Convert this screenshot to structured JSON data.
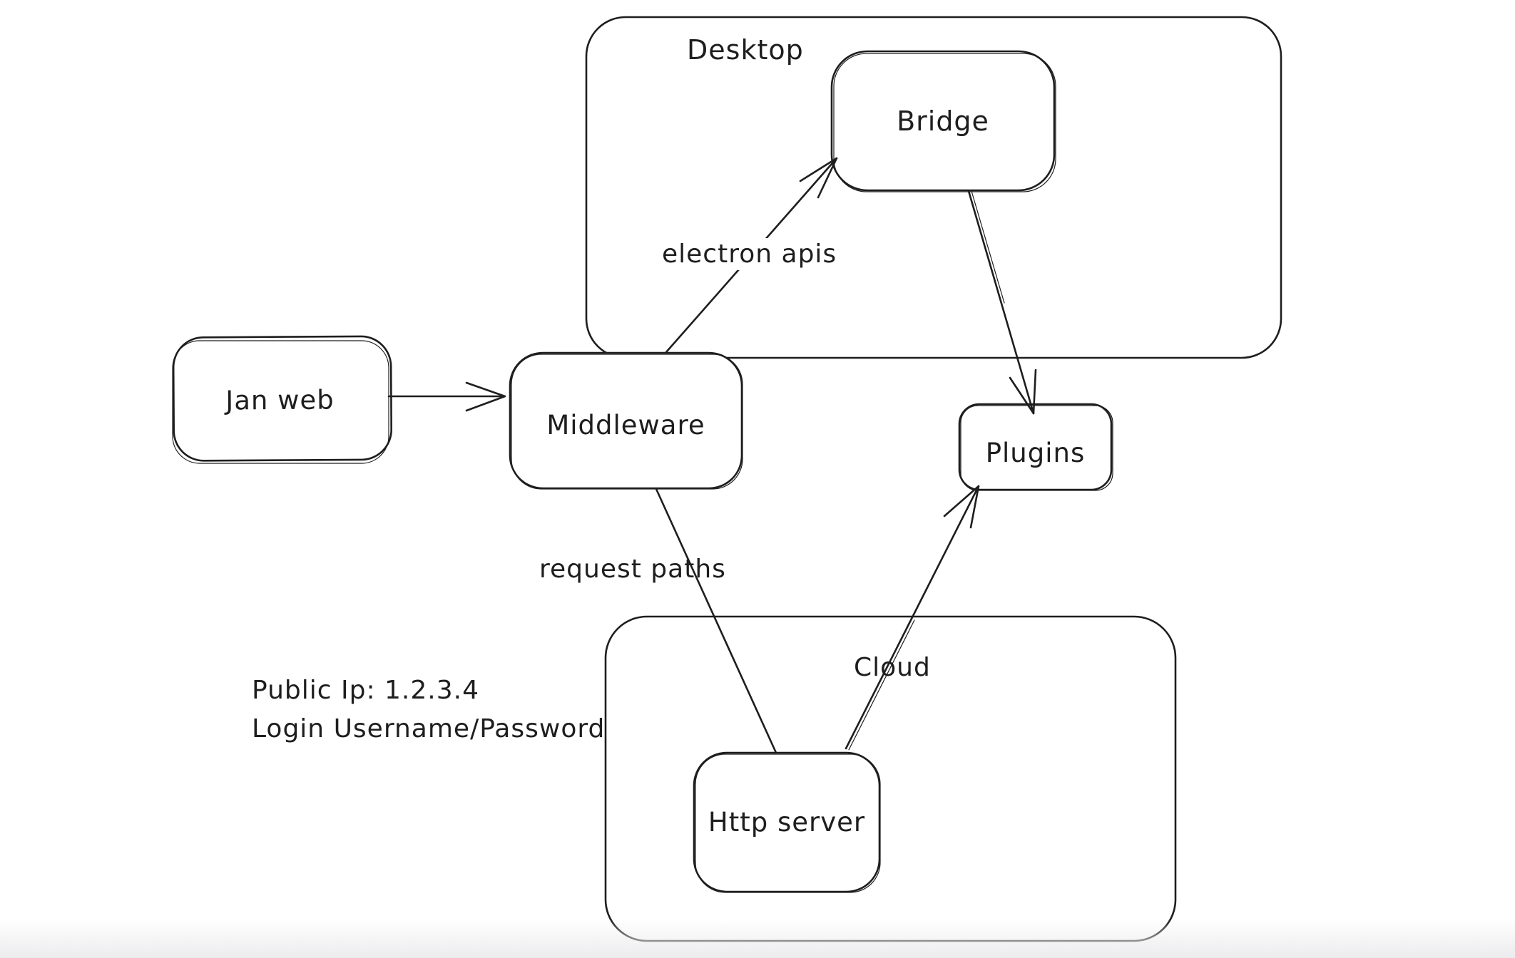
{
  "diagram": {
    "background_color": "#ffffff",
    "stroke_color": "#1e1e1e",
    "bottom_edge_color": "#ececee",
    "containers": [
      {
        "id": "desktop",
        "label": "Desktop"
      },
      {
        "id": "cloud",
        "label": "Cloud"
      }
    ],
    "nodes": [
      {
        "id": "jan-web",
        "label": "Jan web"
      },
      {
        "id": "middleware",
        "label": "Middleware"
      },
      {
        "id": "bridge",
        "label": "Bridge"
      },
      {
        "id": "plugins",
        "label": "Plugins"
      },
      {
        "id": "http-server",
        "label": "Http server"
      }
    ],
    "edges": [
      {
        "from": "jan-web",
        "to": "middleware",
        "label": ""
      },
      {
        "from": "middleware",
        "to": "bridge",
        "label": "electron apis"
      },
      {
        "from": "bridge",
        "to": "plugins",
        "label": ""
      },
      {
        "from": "middleware",
        "to": "http-server",
        "label": "request paths"
      },
      {
        "from": "http-server",
        "to": "plugins",
        "label": ""
      }
    ],
    "annotation": {
      "line1": "Public Ip: 1.2.3.4",
      "line2": "Login Username/Password"
    }
  }
}
